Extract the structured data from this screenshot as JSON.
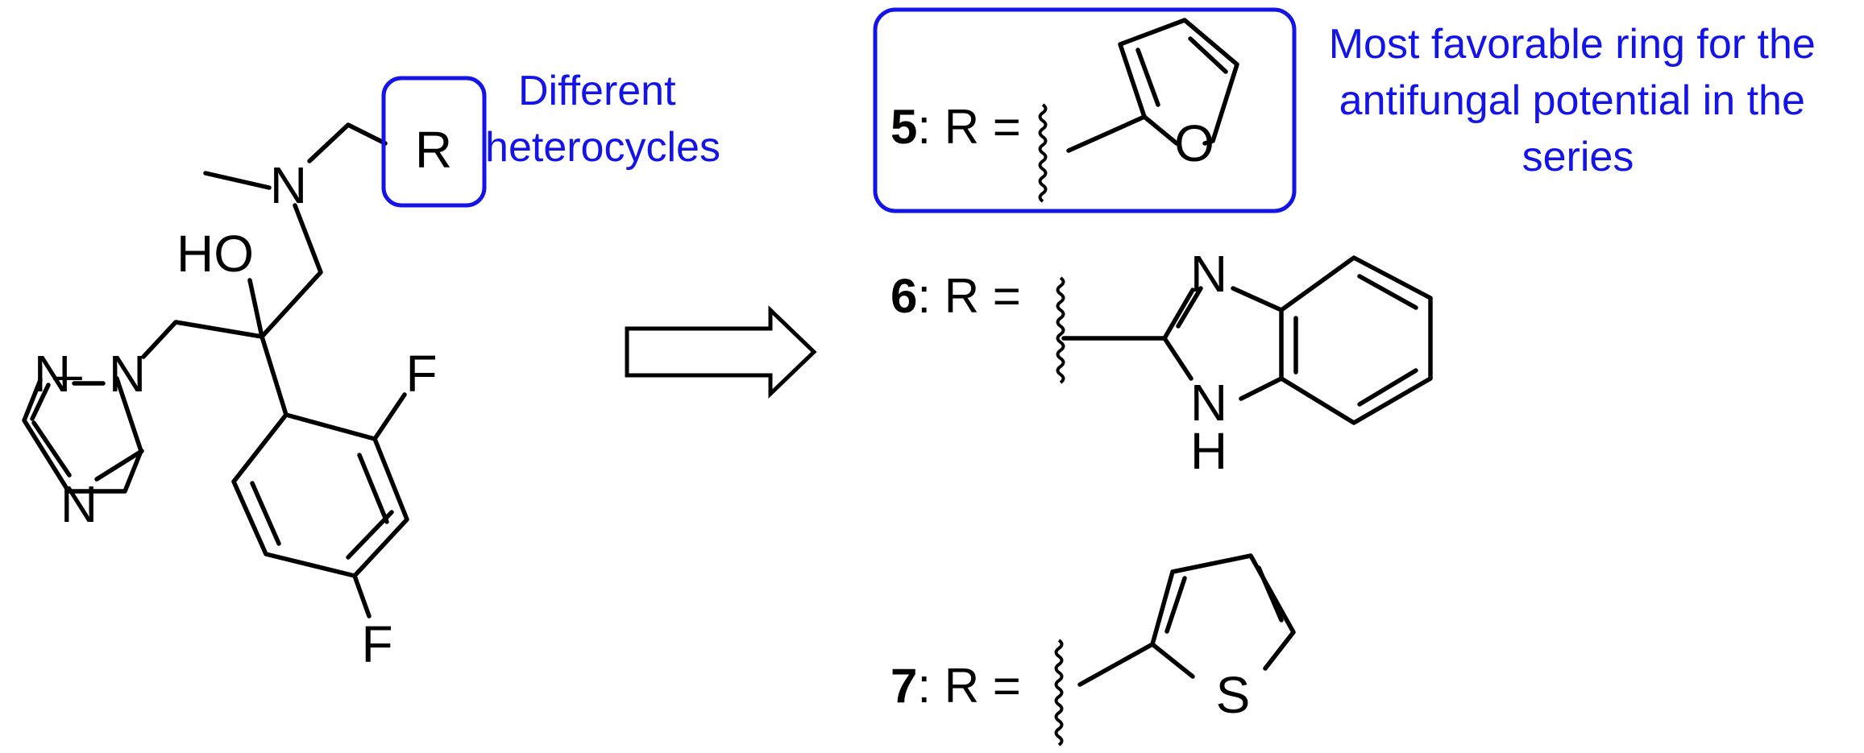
{
  "core": {
    "atoms": {
      "n_amine": "N",
      "r_group": "R",
      "hydroxyl": "HO",
      "n_triazole_1": "N",
      "n_triazole_2": "N",
      "n_triazole_4": "N",
      "f_ortho": "F",
      "f_para": "F"
    },
    "annotation": [
      "Different",
      "heterocycles"
    ]
  },
  "favorable_note": [
    "Most favorable ring for the",
    "antifungal potential in the",
    "series"
  ],
  "substituents": [
    {
      "number": "5",
      "label": ": R =",
      "heteroatoms": [
        "O"
      ]
    },
    {
      "number": "6",
      "label": ": R =",
      "heteroatoms": [
        "N",
        "N",
        "H"
      ]
    },
    {
      "number": "7",
      "label": ": R =",
      "heteroatoms": [
        "S"
      ]
    }
  ],
  "colors": {
    "highlight": "#1414e6",
    "bonds": "#000000"
  }
}
